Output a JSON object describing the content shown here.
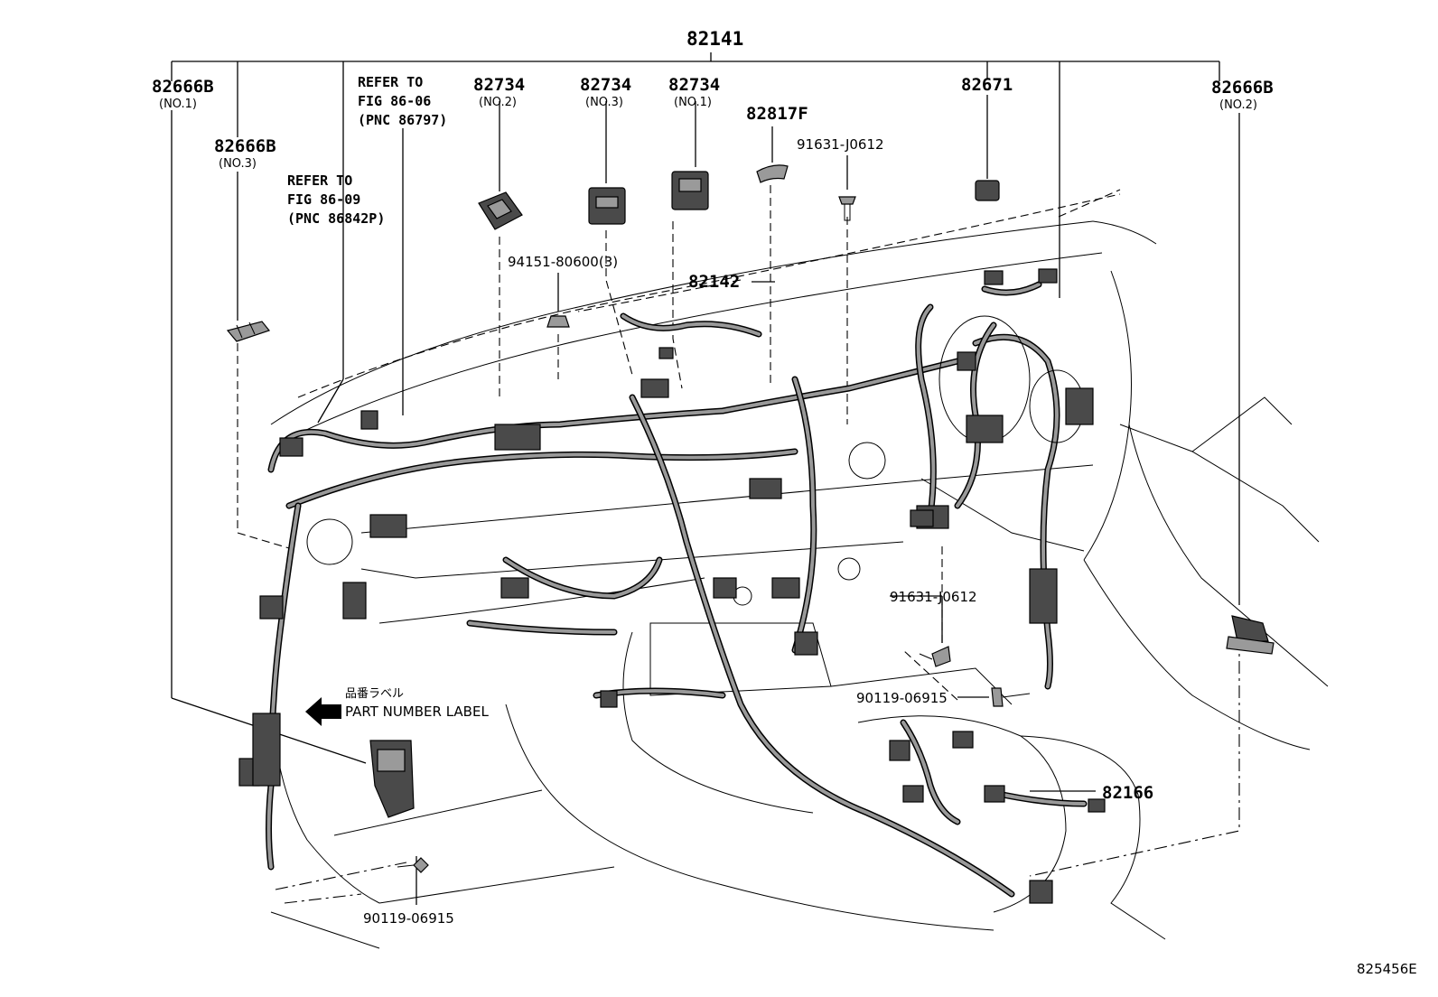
{
  "diagram": {
    "top_assembly": "82141",
    "callouts": {
      "c82666b_no1": {
        "pn": "82666B",
        "sub": "(NO.1)"
      },
      "c82666b_no2": {
        "pn": "82666B",
        "sub": "(NO.2)"
      },
      "c82666b_no3": {
        "pn": "82666B",
        "sub": "(NO.3)"
      },
      "c82734_no2": {
        "pn": "82734",
        "sub": "(NO.2)"
      },
      "c82734_no3": {
        "pn": "82734",
        "sub": "(NO.3)"
      },
      "c82734_no1": {
        "pn": "82734",
        "sub": "(NO.1)"
      },
      "c82817f": {
        "pn": "82817F"
      },
      "c91631_top": {
        "pn": "91631-J0612"
      },
      "c82671": {
        "pn": "82671"
      },
      "c94151": {
        "pn": "94151-80600(3)"
      },
      "c82142": {
        "pn": "82142"
      },
      "c91631_mid": {
        "pn": "91631-J0612"
      },
      "c90119_mid": {
        "pn": "90119-06915"
      },
      "c82166": {
        "pn": "82166"
      },
      "c90119_bot": {
        "pn": "90119-06915"
      }
    },
    "refer_1": {
      "line1": "REFER TO",
      "line2": "FIG 86-06",
      "line3": "(PNC 86797)"
    },
    "refer_2": {
      "line1": "REFER TO",
      "line2": "FIG 86-09",
      "line3": "(PNC 86842P)"
    },
    "label_jp": "品番ラベル",
    "label_en": "PART NUMBER LABEL",
    "figure_code": "825456E"
  }
}
